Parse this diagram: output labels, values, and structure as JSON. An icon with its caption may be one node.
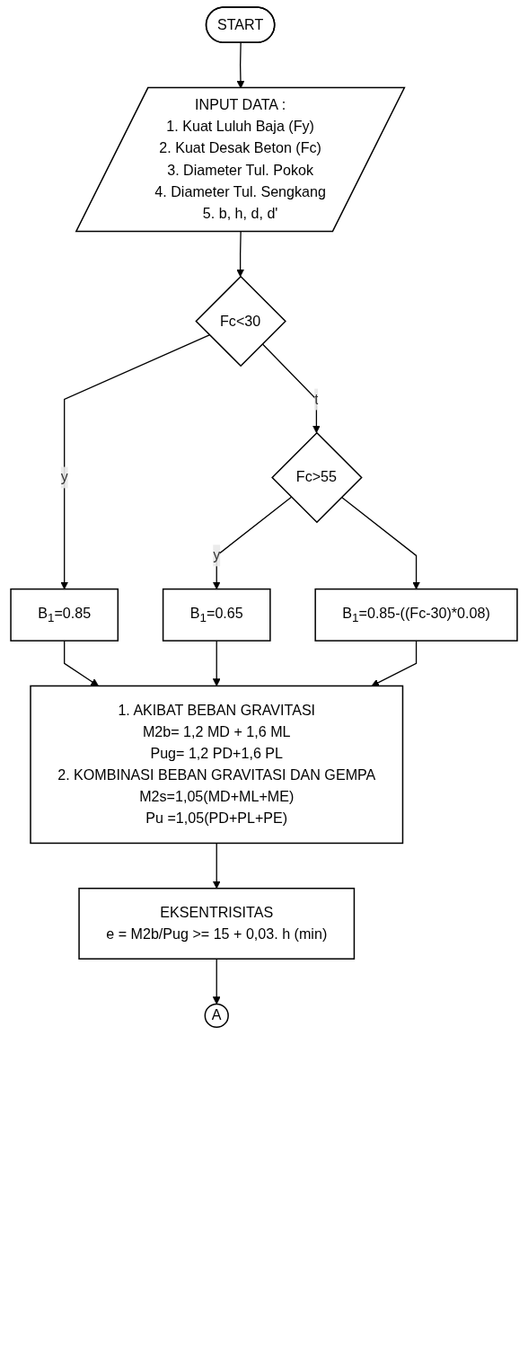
{
  "diagram": {
    "nodes": [
      {
        "text": [
          "START"
        ]
      },
      {
        "text": [
          "INPUT DATA :",
          "1. Kuat Luluh Baja (Fy)",
          "2. Kuat Desak Beton (Fc)",
          "3. Diameter Tul. Pokok",
          "4. Diameter Tul. Sengkang",
          "5. b, h, d, d'"
        ]
      },
      {
        "text": [
          "Fc<30"
        ]
      },
      {
        "text": [
          "B$_{1}$=0.85"
        ]
      },
      {
        "text": [
          "Fc>55"
        ]
      },
      {
        "text": [
          "B$_{1}$=0.65"
        ]
      },
      {
        "text": [
          "B$_{1}$=0.85-((Fc-30)*0.08)"
        ]
      },
      {
        "text": [
          "1. AKIBAT BEBAN GRAVITASI",
          "M2b= 1,2 MD + 1,6 ML",
          "Pug= 1,2 PD+1,6 PL",
          "2. KOMBINASI BEBAN GRAVITASI DAN GEMPA",
          "M2s=1,05(MD+ML+ME)",
          "Pu =1,05(PD+PL+PE)"
        ]
      },
      {
        "text": [
          "EKSENTRISITAS",
          "e = M2b/Pug >= 15 + 0,03. h (min)"
        ]
      },
      {
        "text": [
          "A"
        ]
      }
    ],
    "edges": [
      {
        "from": 0,
        "to": 1,
        "arrow": "to"
      },
      {
        "from": 1,
        "to": 2,
        "arrow": "to"
      },
      {
        "from": 2,
        "to": 3,
        "arrow": "to",
        "label": "y"
      },
      {
        "from": 2,
        "to": 4,
        "arrow": "to",
        "label": "t"
      },
      {
        "from": 4,
        "to": 5,
        "arrow": "to",
        "label": "y"
      },
      {
        "from": 4,
        "to": 6,
        "arrow": "to"
      },
      {
        "from": 3,
        "to": 7,
        "arrow": "to"
      },
      {
        "from": 5,
        "to": 7,
        "arrow": "to"
      },
      {
        "from": 6,
        "to": 7,
        "arrow": "to"
      },
      {
        "from": 7,
        "to": 8,
        "arrow": "to"
      },
      {
        "from": 8,
        "to": 9,
        "arrow": "to"
      }
    ]
  }
}
